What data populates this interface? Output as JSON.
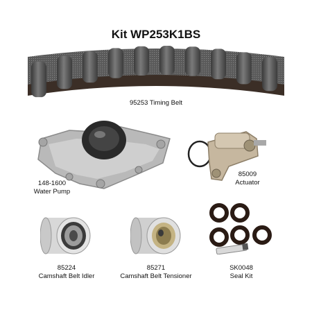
{
  "kit": {
    "title": "Kit WP253K1BS"
  },
  "parts": {
    "timing_belt": {
      "label": "95253 Timing Belt"
    },
    "water_pump": {
      "number": "148-1600",
      "name": "Water Pump"
    },
    "actuator": {
      "number": "85009",
      "name": "Actuator"
    },
    "idler": {
      "number": "85224",
      "name": "Camshaft Belt Idler"
    },
    "tensioner": {
      "number": "85271",
      "name": "Camshaft Belt Tensioner"
    },
    "seal_kit": {
      "number": "SK0048",
      "name": "Seal Kit"
    }
  }
}
